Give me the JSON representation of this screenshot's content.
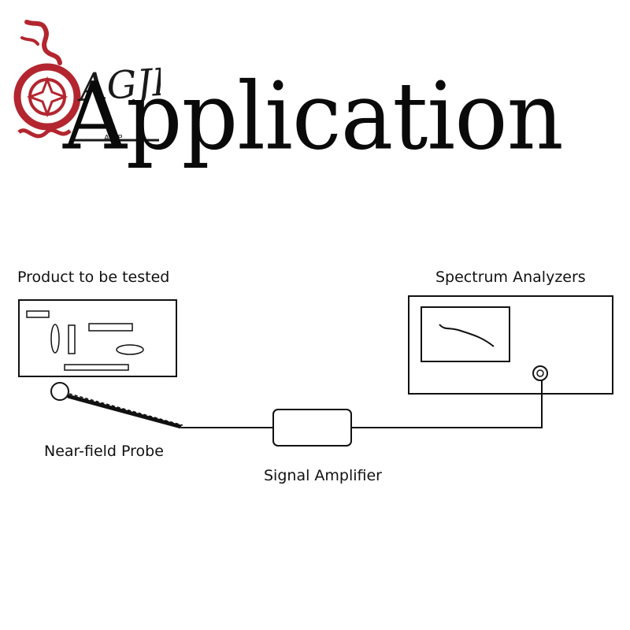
{
  "header": {
    "title": "Application",
    "logo_text": "AGJP",
    "logo_subtext": "AGJP",
    "logo_color": "#b3262f"
  },
  "diagram": {
    "product_label": "Product to be tested",
    "analyzer_label": "Spectrum Analyzers",
    "probe_label": "Near-field Probe",
    "amplifier_label": "Signal Amplifier"
  }
}
